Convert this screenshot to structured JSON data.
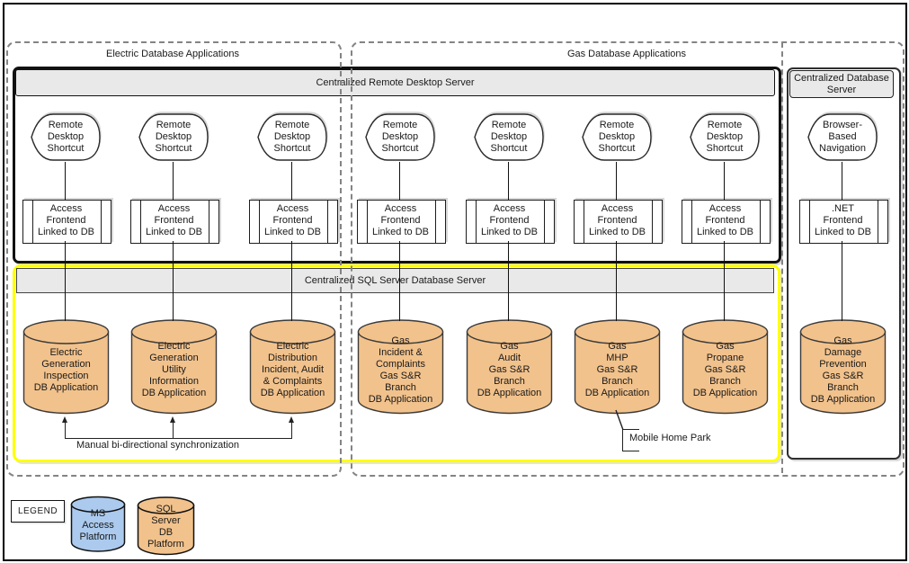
{
  "sections": {
    "electric": {
      "label": "Electric Database Applications"
    },
    "gas": {
      "label": "Gas Database Applications"
    }
  },
  "servers": {
    "rds": {
      "title": "Centralized Remote Desktop Server"
    },
    "sql": {
      "title": "Centralized SQL Server Database Server"
    },
    "cds": {
      "title": "Centralized Database Server"
    }
  },
  "columns": [
    {
      "shortcut": "Remote\nDesktop\nShortcut",
      "frontend": "Access\nFrontend\nLinked to DB",
      "database": "Electric\nGeneration\nInspection\nDB Application"
    },
    {
      "shortcut": "Remote\nDesktop\nShortcut",
      "frontend": "Access\nFrontend\nLinked to DB",
      "database": "Electric\nGeneration\nUtility\nInformation\nDB Application"
    },
    {
      "shortcut": "Remote\nDesktop\nShortcut",
      "frontend": "Access\nFrontend\nLinked to DB",
      "database": "Electric\nDistribution\nIncident, Audit\n& Complaints\nDB Application"
    },
    {
      "shortcut": "Remote\nDesktop\nShortcut",
      "frontend": "Access\nFrontend\nLinked to DB",
      "database": "Gas\nIncident &\nComplaints\nGas S&R\nBranch\nDB Application"
    },
    {
      "shortcut": "Remote\nDesktop\nShortcut",
      "frontend": "Access\nFrontend\nLinked to DB",
      "database": "Gas\nAudit\nGas S&R\nBranch\nDB Application"
    },
    {
      "shortcut": "Remote\nDesktop\nShortcut",
      "frontend": "Access\nFrontend\nLinked to DB",
      "database": "Gas\nMHP\nGas S&R\nBranch\nDB Application"
    },
    {
      "shortcut": "Remote\nDesktop\nShortcut",
      "frontend": "Access\nFrontend\nLinked to DB",
      "database": "Gas\nPropane\nGas S&R\nBranch\nDB Application"
    },
    {
      "shortcut": "Browser-\nBased\nNavigation",
      "frontend": ".NET\nFrontend\nLinked to DB",
      "database": "Gas\nDamage\nPrevention\nGas S&R\nBranch\nDB Application"
    }
  ],
  "annotations": {
    "sync": "Manual bi-directional synchronization",
    "mhp": "Mobile Home Park"
  },
  "legend": {
    "title": "LEGEND",
    "items": [
      {
        "label": "MS\nAccess\nPlatform",
        "platform_color": "#ABCAEE"
      },
      {
        "label": "SQL\nServer\nDB\nPlatform",
        "platform_color": "#F2C28C"
      }
    ]
  },
  "colors": {
    "sql_yellow": "#FFFF00",
    "cylinder_orange": "#F2C28C",
    "cylinder_blue": "#ABCAEE",
    "band_grey": "#E9E9E9",
    "dash_grey": "#848484"
  }
}
